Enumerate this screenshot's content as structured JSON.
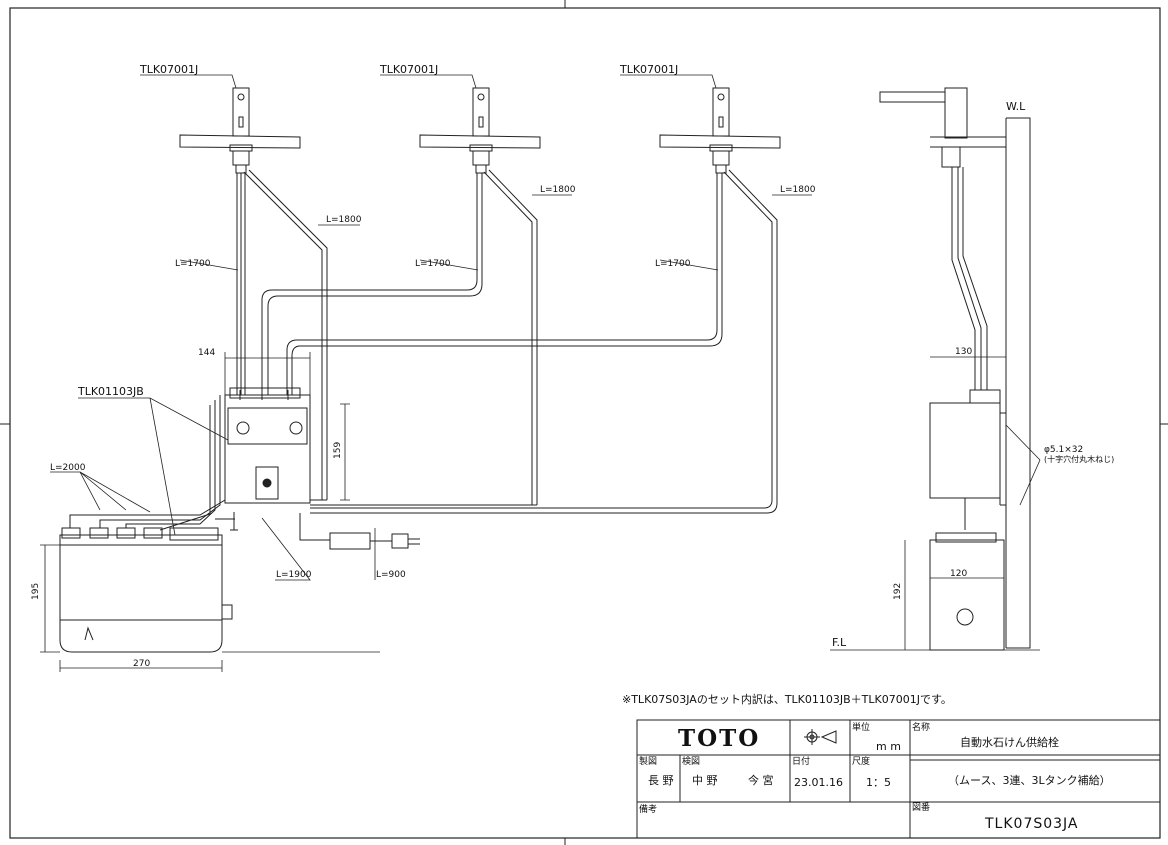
{
  "drawing": {
    "faucet_model": "TLK07001J",
    "unit_model": "TLK01103JB",
    "tube_lengths": {
      "to_faucet": "L=1700",
      "return": "L=1800",
      "tank": "L=2000",
      "unit_out": "L=1900",
      "cord": "L=900"
    },
    "dims": {
      "unit_width": "144",
      "unit_height": "159",
      "tank_height": "195",
      "tank_width": "270",
      "side_depth": "130",
      "side_tank_width": "120",
      "side_tank_height": "192"
    },
    "screw_spec": "φ5.1×32",
    "screw_note": "(十字穴付丸木ねじ)",
    "wall_label": "W.L",
    "floor_label": "F.L",
    "set_note": "※TLK07S03JAのセット内訳は、TLK01103JB＋TLK07001Jです。"
  },
  "title_block": {
    "brand": "TOTO",
    "unit_label": "単位",
    "unit_value": "m m",
    "name_label": "名称",
    "name_line1": "自動水石けん供給栓",
    "name_line2": "（ムース、3連、3Lタンク補給）",
    "drafted_label": "製図",
    "drafted_value": "長 野",
    "checked_label": "検図",
    "checked_value1": "中 野",
    "checked_value2": "今 宮",
    "date_label": "日付",
    "date_value": "23.01.16",
    "scale_label": "尺度",
    "scale_value": "1：5",
    "notes_label": "備考",
    "drawing_no_label": "図番",
    "drawing_no_value": "TLK07S03JA"
  }
}
